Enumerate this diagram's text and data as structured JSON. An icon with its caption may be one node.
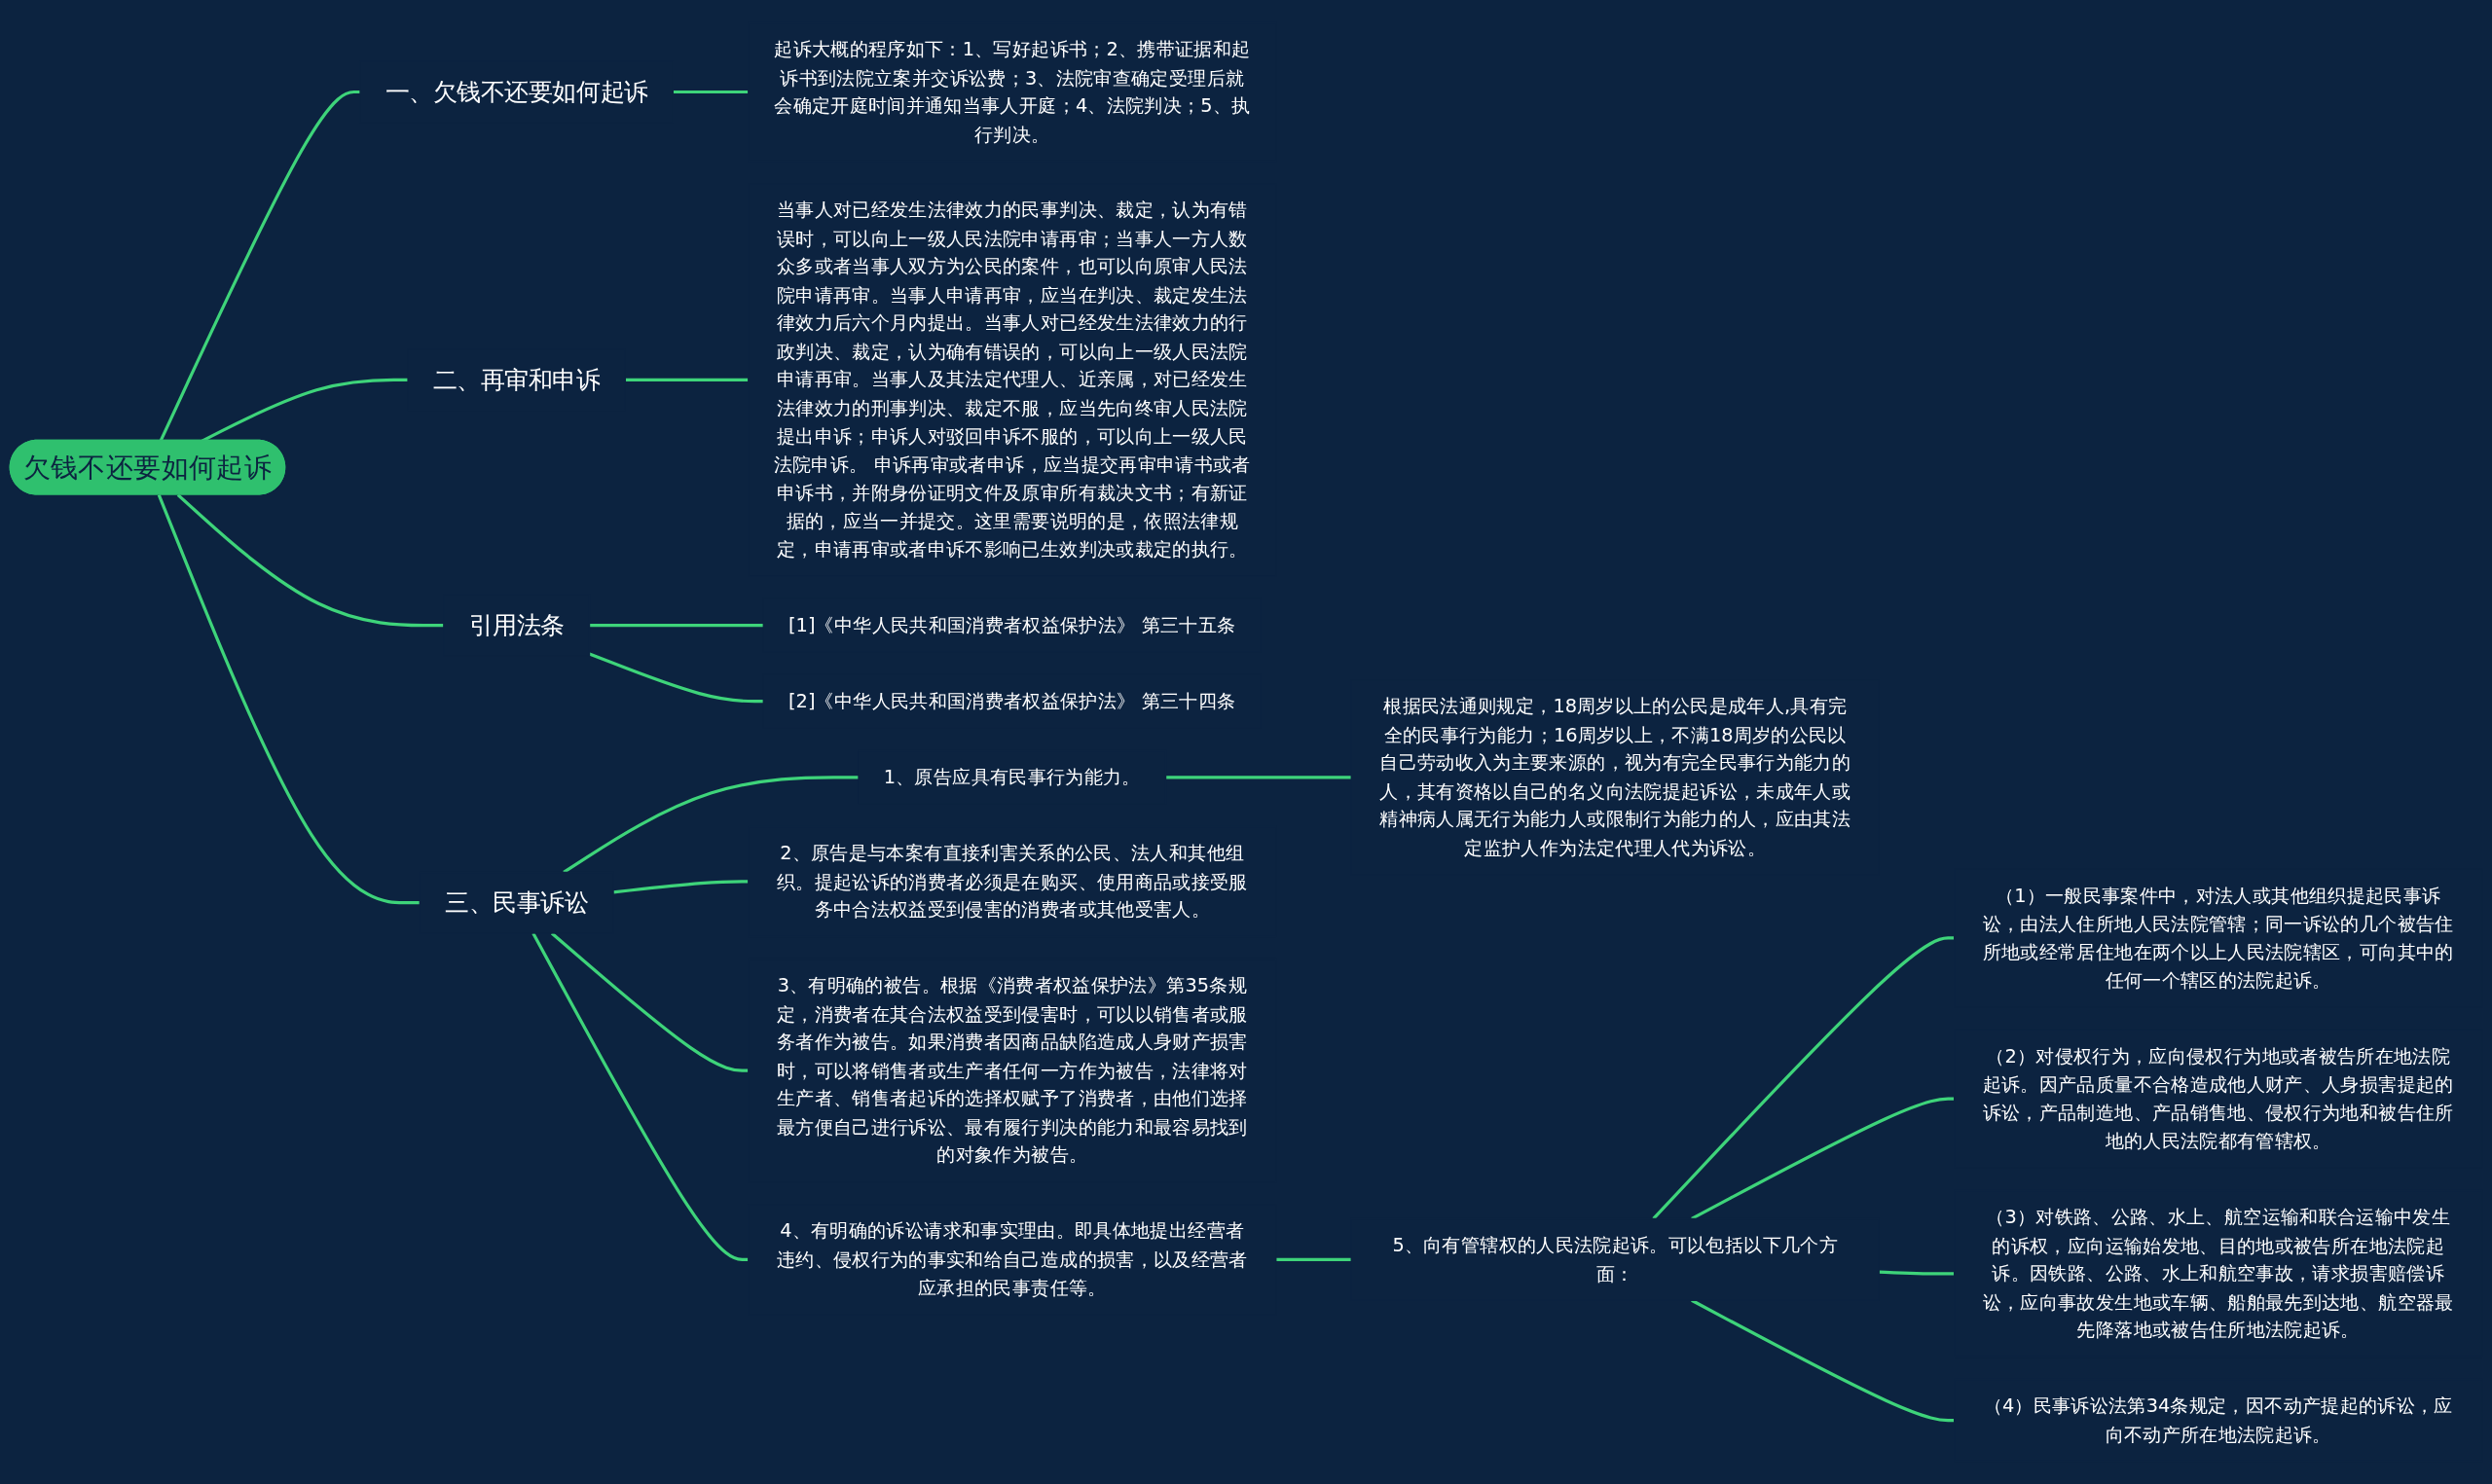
{
  "diagram": {
    "nodes": [
      {
        "text": [
          "欠钱不还要如何起诉"
        ]
      },
      {
        "text": [
          "一、欠钱不还要如何起诉"
        ]
      },
      {
        "text": [
          "起诉大概的程序如下：1、写好起诉书；2、携带证据和起诉书到法院立案并交诉讼费；3、法院审查确定受理后就会确定开庭时间并通知当事人开庭；4、法院判决；5、执行判决。"
        ]
      },
      {
        "text": [
          "二、再审和申诉"
        ]
      },
      {
        "text": [
          "当事人对已经发生法律效力的民事判决、裁定，认为有错误时，可以向上一级人民法院申请再审；当事人一方人数众多或者当事人双方为公民的案件，也可以向原审人民法院申请再审。当事人申请再审，应当在判决、裁定发生法律效力后六个月内提出。当事人对已经发生法律效力的行政判决、裁定，认为确有错误的，可以向上一级人民法院申请再审。当事人及其法定代理人、近亲属，对已经发生法律效力的刑事判决、裁定不服，应当先向终审人民法院提出申诉；申诉人对驳回申诉不服的，可以向上一级人民法院申诉。 申诉再审或者申诉，应当提交再审申请书或者申诉书，并附身份证明文件及原审所有裁决文书；有新证据的，应当一并提交。这里需要说明的是，依照法律规定，申请再审或者申诉不影响已生效判决或裁定的执行。"
        ]
      },
      {
        "text": [
          "引用法条"
        ]
      },
      {
        "text": [
          "[1]《中华人民共和国消费者权益保护法》 第三十五条"
        ]
      },
      {
        "text": [
          "[2]《中华人民共和国消费者权益保护法》 第三十四条"
        ]
      },
      {
        "text": [
          "三、民事诉讼"
        ]
      },
      {
        "text": [
          "1、原告应具有民事行为能力。"
        ]
      },
      {
        "text": [
          "根据民法通则规定，18周岁以上的公民是成年人,具有完全的民事行为能力；16周岁以上，不满18周岁的公民以自己劳动收入为主要来源的，视为有完全民事行为能力的人，其有资格以自己的名义向法院提起诉讼，未成年人或精神病人属无行为能力人或限制行为能力的人，应由其法定监护人作为法定代理人代为诉讼。"
        ]
      },
      {
        "text": [
          "2、原告是与本案有直接利害关系的公民、法人和其他组织。提起讼诉的消费者必须是在购买、使用商品或接受服务中合法权益受到侵害的消费者或其他受害人。"
        ]
      },
      {
        "text": [
          "3、有明确的被告。根据《消费者权益保护法》第35条规定，消费者在其合法权益受到侵害时，可以以销售者或服务者作为被告。如果消费者因商品缺陷造成人身财产损害时，可以将销售者或生产者任何一方作为被告，法律将对生产者、销售者起诉的选择权赋予了消费者，由他们选择最方便自己进行诉讼、最有履行判决的能力和最容易找到的对象作为被告。"
        ]
      },
      {
        "text": [
          "4、有明确的诉讼请求和事实理由。即具体地提出经营者违约、侵权行为的事实和给自己造成的损害，以及经营者应承担的民事责任等。"
        ]
      },
      {
        "text": [
          "5、向有管辖权的人民法院起诉。可以包括以下几个方面："
        ]
      },
      {
        "text": [
          "（1）一般民事案件中，对法人或其他组织提起民事诉讼，由法人住所地人民法院管辖；同一诉讼的几个被告住所地或经常居住地在两个以上人民法院辖区，可向其中的任何一个辖区的法院起诉。"
        ]
      },
      {
        "text": [
          "（2）对侵权行为，应向侵权行为地或者被告所在地法院起诉。因产品质量不合格造成他人财产、人身损害提起的诉讼，产品制造地、产品销售地、侵权行为地和被告住所地的人民法院都有管辖权。"
        ]
      },
      {
        "text": [
          "（3）对铁路、公路、水上、航空运输和联合运输中发生的诉权，应向运输始发地、目的地或被告所在地法院起诉。因铁路、公路、水上和航空事故，请求损害赔偿诉讼，应向事故发生地或车辆、船舶最先到达地、航空器最先降落地或被告住所地法院起诉。"
        ]
      },
      {
        "text": [
          "（4）民事诉讼法第34条规定，因不动产提起的诉讼，应向不动产所在地法院起诉。"
        ]
      }
    ],
    "edges": [
      {
        "from": 0,
        "to": 1,
        "arrow": "none"
      },
      {
        "from": 1,
        "to": 2,
        "arrow": "none"
      },
      {
        "from": 0,
        "to": 3,
        "arrow": "none"
      },
      {
        "from": 3,
        "to": 4,
        "arrow": "none"
      },
      {
        "from": 0,
        "to": 5,
        "arrow": "none"
      },
      {
        "from": 5,
        "to": 6,
        "arrow": "none"
      },
      {
        "from": 5,
        "to": 7,
        "arrow": "none"
      },
      {
        "from": 0,
        "to": 8,
        "arrow": "none"
      },
      {
        "from": 8,
        "to": 9,
        "arrow": "none"
      },
      {
        "from": 9,
        "to": 10,
        "arrow": "none"
      },
      {
        "from": 8,
        "to": 11,
        "arrow": "none"
      },
      {
        "from": 8,
        "to": 12,
        "arrow": "none"
      },
      {
        "from": 8,
        "to": 13,
        "arrow": "none"
      },
      {
        "from": 13,
        "to": 14,
        "arrow": "none"
      },
      {
        "from": 14,
        "to": 15,
        "arrow": "none"
      },
      {
        "from": 14,
        "to": 16,
        "arrow": "none"
      },
      {
        "from": 14,
        "to": 17,
        "arrow": "none"
      },
      {
        "from": 14,
        "to": 18,
        "arrow": "none"
      }
    ]
  }
}
